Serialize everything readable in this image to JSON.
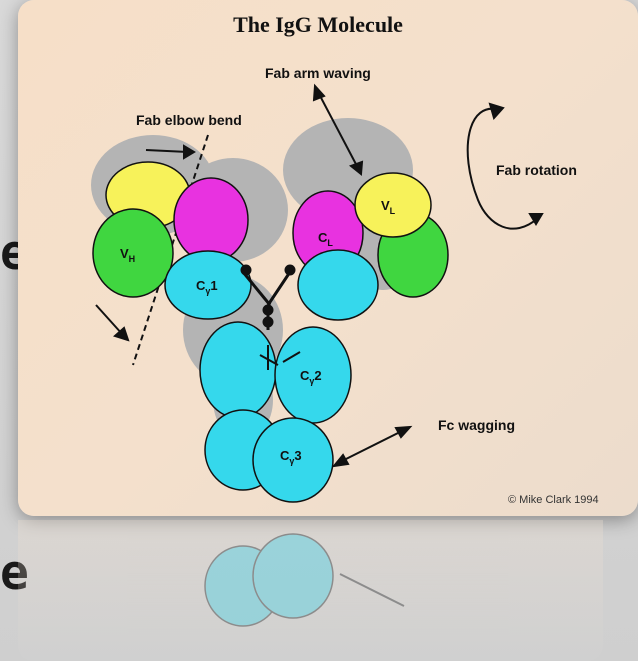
{
  "diagram": {
    "title": "The IgG Molecule",
    "labels": {
      "fab_arm_waving": "Fab arm waving",
      "fab_elbow_bend": "Fab elbow bend",
      "fab_rotation": "Fab rotation",
      "fc_wagging": "Fc wagging",
      "copyright": "© Mike Clark 1994"
    },
    "domains": {
      "vh": "V",
      "vh_sub": "H",
      "vl": "V",
      "vl_sub": "L",
      "cl": "C",
      "cl_sub": "L",
      "cg1": "C",
      "cg1_sub": "γ",
      "cg1_num": "1",
      "cg2": "C",
      "cg2_sub": "γ",
      "cg2_num": "2",
      "cg3": "C",
      "cg3_sub": "γ",
      "cg3_num": "3"
    }
  },
  "slide": {
    "side_letter": "e"
  },
  "colors": {
    "yellow": "#f7f25a",
    "magenta": "#e832e0",
    "green": "#40d640",
    "cyan": "#35d8ec",
    "grey_shadow": "#b4b4b4"
  }
}
